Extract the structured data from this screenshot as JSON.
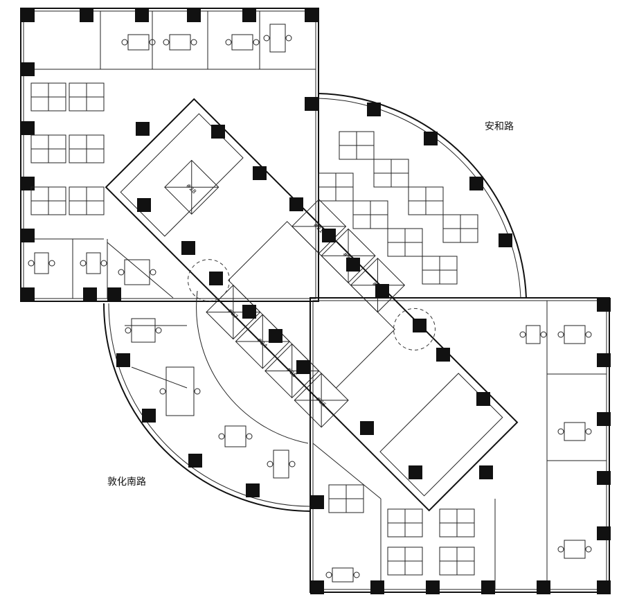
{
  "streets": {
    "north_east": "安和路",
    "south_west": "敦化南路"
  },
  "elevators": [
    "#21",
    "#22",
    "#23",
    "#24",
    "#25",
    "#26",
    "#27",
    "#28"
  ]
}
